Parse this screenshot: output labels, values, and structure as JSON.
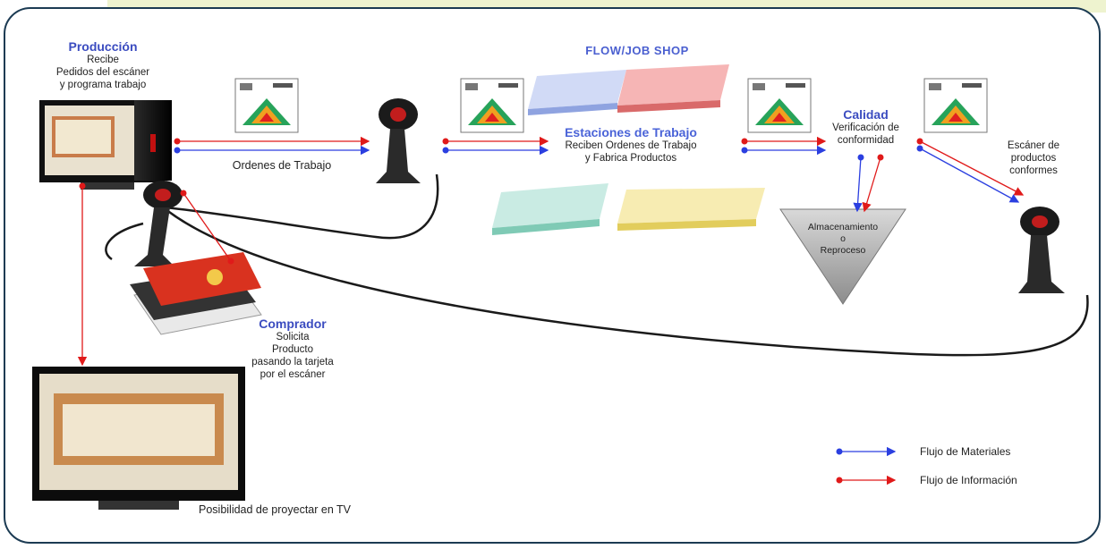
{
  "diagram": {
    "title": "FLOW/JOB SHOP",
    "production": {
      "heading": "Producción",
      "line1": "Recibe",
      "line2": "Pedidos del escáner",
      "line3": "y programa trabajo"
    },
    "work_orders_label": "Ordenes de Trabajo",
    "stations": {
      "heading": "Estaciones de Trabajo",
      "line1": "Reciben Ordenes de Trabajo",
      "line2": "y Fabrica Productos"
    },
    "quality": {
      "heading": "Calidad",
      "line1": "Verificación de",
      "line2": "conformidad"
    },
    "storage": {
      "line1": "Almacenamiento",
      "line2": "o",
      "line3": "Reproceso"
    },
    "scanner_products": {
      "line1": "Escáner de",
      "line2": "productos",
      "line3": "conformes"
    },
    "buyer": {
      "heading": "Comprador",
      "line1": "Solicita",
      "line2": "Producto",
      "line3": "pasando la tarjeta",
      "line4": "por el escáner"
    },
    "tv_label": "Posibilidad de proyectar en TV"
  },
  "legend": {
    "materials": "Flujo de Materiales",
    "information": "Flujo de Información"
  },
  "colors": {
    "materials_flow": "#2b3fe0",
    "information_flow": "#e01a1a",
    "heading_blue": "#3b4cc0",
    "frame": "#1c3b53"
  },
  "icons": [
    "desktop-computer-icon",
    "barcode-scanner-icon",
    "work-order-document-icon",
    "credit-card-icon",
    "tv-monitor-icon"
  ]
}
